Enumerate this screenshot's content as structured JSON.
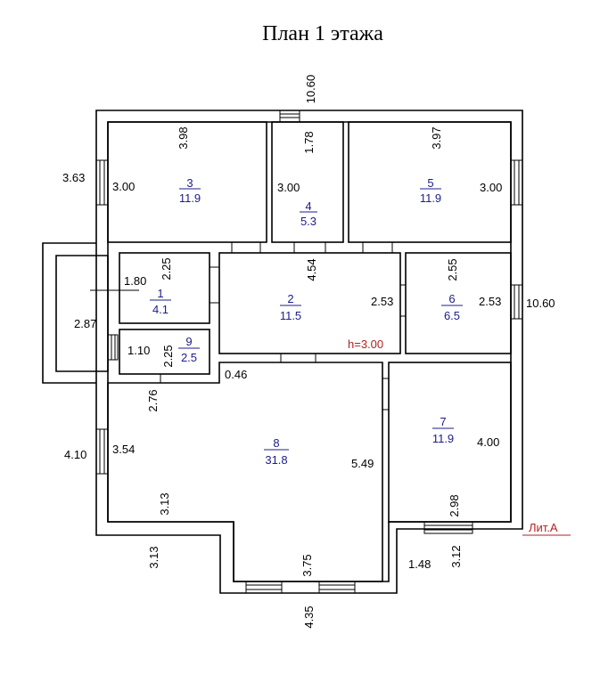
{
  "title": "План 1 этажа",
  "lit_label": "Лит.А",
  "height_label": "h=3.00",
  "rooms": [
    {
      "num": "1",
      "area": "4.1"
    },
    {
      "num": "2",
      "area": "11.5"
    },
    {
      "num": "3",
      "area": "11.9"
    },
    {
      "num": "4",
      "area": "5.3"
    },
    {
      "num": "5",
      "area": "11.9"
    },
    {
      "num": "6",
      "area": "6.5"
    },
    {
      "num": "7",
      "area": "11.9"
    },
    {
      "num": "8",
      "area": "31.8"
    },
    {
      "num": "9",
      "area": "2.5"
    }
  ],
  "dims": {
    "top_total": "10.60",
    "right_total": "10.60",
    "left_top": "3.63",
    "left_mid": "2.87",
    "left_bottom": "4.10",
    "r3_w": "3.98",
    "r3_h": "3.00",
    "r4_w": "1.78",
    "r4_h": "3.00",
    "r5_w": "3.97",
    "r5_h": "3.00",
    "r1_w": "2.25",
    "r1_h": "1.80",
    "r2_w": "4.54",
    "r2_h": "2.53",
    "r6_w": "2.55",
    "r6_h": "2.53",
    "r9_w": "2.25",
    "r9_h": "1.10",
    "step": "0.46",
    "r8_a": "2.76",
    "r8_b": "3.54",
    "r8_c": "5.49",
    "r8_d": "3.13",
    "r7_h": "4.00",
    "r7_w": "2.98",
    "bottom_left": "3.13",
    "bay_w": "3.75",
    "bay_total": "4.35",
    "bottom_right_a": "1.48",
    "bottom_right_b": "3.12"
  }
}
